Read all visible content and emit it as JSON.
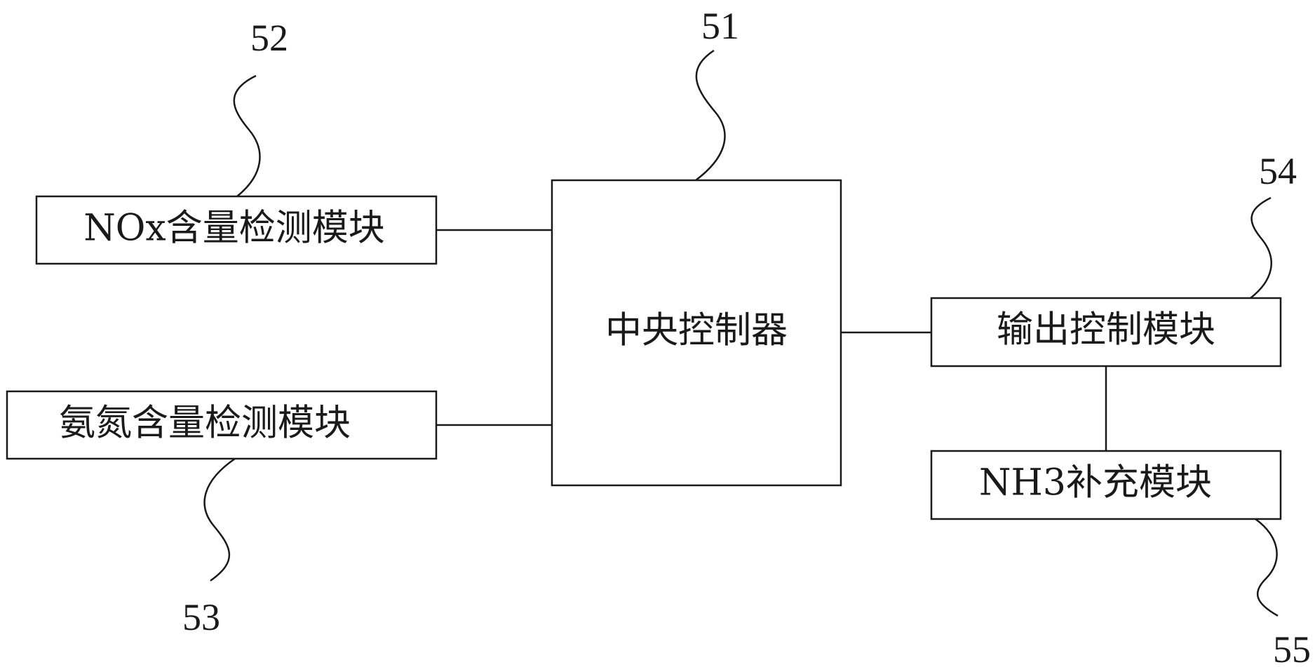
{
  "modules": {
    "central_controller": {
      "label": "中央控制器",
      "ref": "51"
    },
    "nox_detect": {
      "label": "NOx含量检测模块",
      "ref": "52"
    },
    "ammonia_detect": {
      "label": "氨氮含量检测模块",
      "ref": "53"
    },
    "output_control": {
      "label": "输出控制模块",
      "ref": "54"
    },
    "nh3_supply": {
      "label": "NH3补充模块",
      "ref": "55"
    }
  },
  "colors": {
    "stroke": "#1a1a1a",
    "background": "#ffffff"
  }
}
